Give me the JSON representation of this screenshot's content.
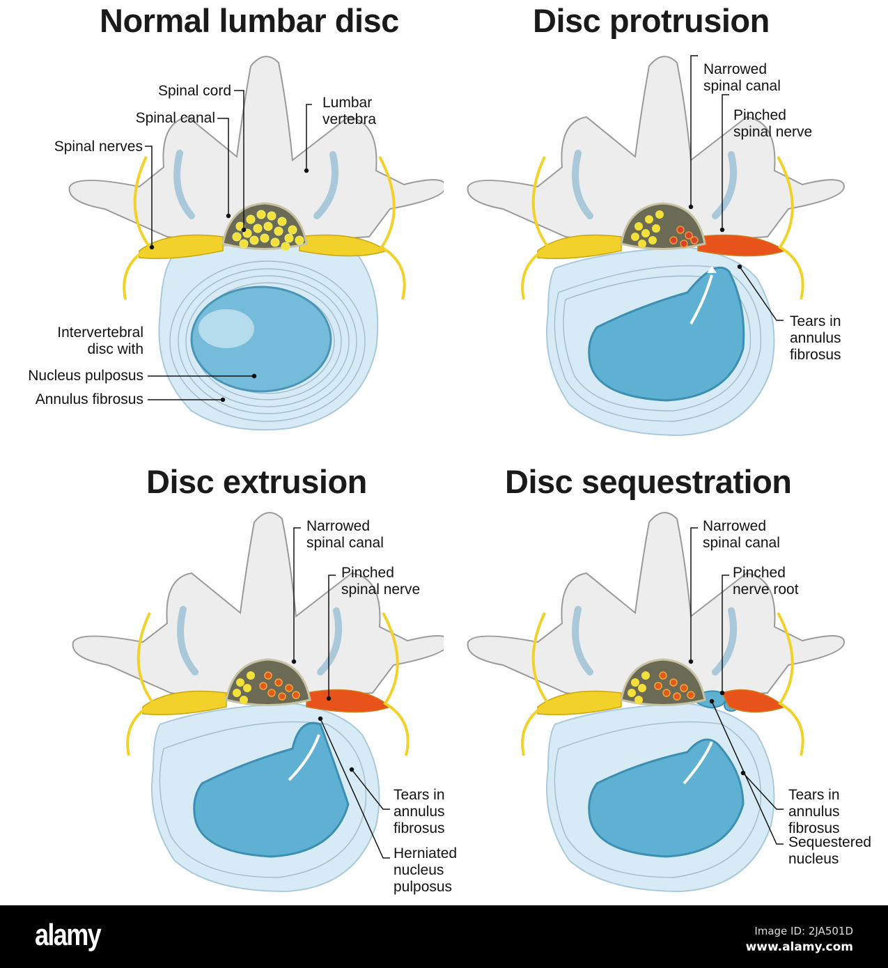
{
  "panels": [
    {
      "id": "normal",
      "title": "Normal lumbar disc",
      "labels": {
        "spinal_cord": "Spinal cord",
        "spinal_canal": "Spinal canal",
        "spinal_nerves": "Spinal nerves",
        "lumbar_vertebra_1": "Lumbar",
        "lumbar_vertebra_2": "vertebra",
        "disc_with_1": "Intervertebral",
        "disc_with_2": "disc with",
        "nucleus_pulposus": "Nucleus pulposus",
        "annulus_fibrosus": "Annulus fibrosus"
      }
    },
    {
      "id": "protrusion",
      "title": "Disc protrusion",
      "labels": {
        "narrowed_1": "Narrowed",
        "narrowed_2": "spinal canal",
        "pinched_1": "Pinched",
        "pinched_2": "spinal nerve",
        "tears_1": "Tears in",
        "tears_2": "annulus",
        "tears_3": "fibrosus"
      }
    },
    {
      "id": "extrusion",
      "title": "Disc extrusion",
      "labels": {
        "narrowed_1": "Narrowed",
        "narrowed_2": "spinal canal",
        "pinched_1": "Pinched",
        "pinched_2": "spinal nerve",
        "tears_1": "Tears in",
        "tears_2": "annulus",
        "tears_3": "fibrosus",
        "herniated_1": "Herniated",
        "herniated_2": "nucleus",
        "herniated_3": "pulposus"
      }
    },
    {
      "id": "sequestration",
      "title": "Disc sequestration",
      "labels": {
        "narrowed_1": "Narrowed",
        "narrowed_2": "spinal canal",
        "pinched_1": "Pinched",
        "pinched_2": "nerve root",
        "tears_1": "Tears in",
        "tears_2": "annulus",
        "tears_3": "fibrosus",
        "sequestered_1": "Sequestered",
        "sequestered_2": "nucleus"
      }
    }
  ],
  "colors": {
    "bone": "#eeeded",
    "bone_stroke": "#9a9a9a",
    "nerve": "#f2d22a",
    "nerve_dark": "#c9a60e",
    "pinched": "#e8531c",
    "disc": "#d6ebf5",
    "nucleus": "#4aa7c9",
    "cord_bg": "#6b6a55"
  },
  "footer": {
    "logo": "alamy",
    "image_id": "Image ID: 2JA501D",
    "site": "www.alamy.com"
  }
}
